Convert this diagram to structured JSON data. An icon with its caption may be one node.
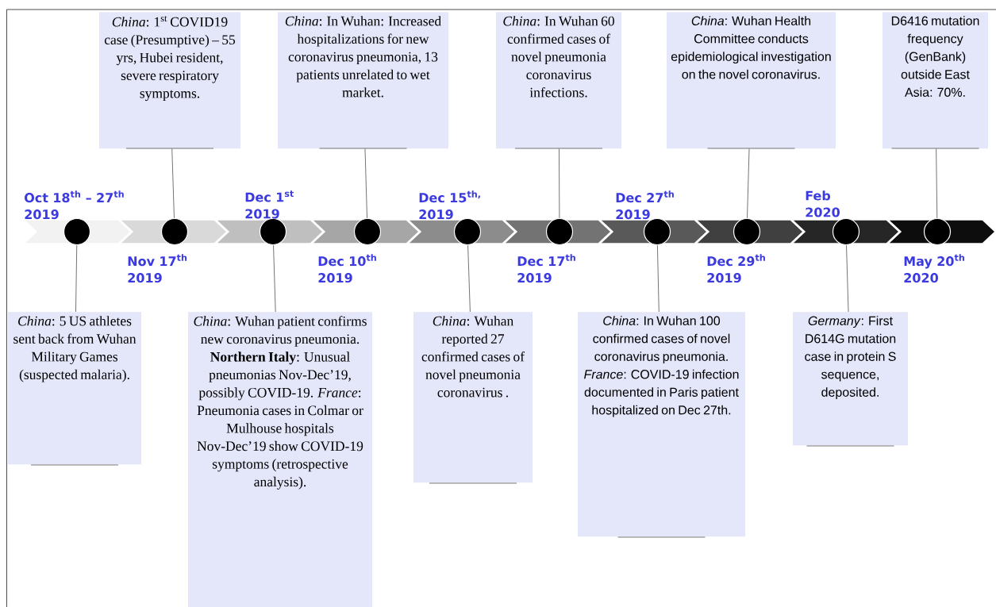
{
  "diagram": {
    "nodes": [
      {
        "text": [
          "*China*: 1$^{st}$ COVID19 case (Presumptive) – 55 yrs, Hubei resident, severe respiratory symptoms."
        ]
      },
      {
        "text": [
          "*China*: In Wuhan: Increased hospitalizations for new coronavirus pneumonia, 13 patients unrelated to wet market."
        ]
      },
      {
        "text": [
          "*China*: In Wuhan 60 confirmed cases of novel pneumonia coronavirus infections."
        ]
      },
      {
        "text": [
          "*China*: Wuhan Health Committee conducts epidemiological investigation on the novel coronavirus."
        ]
      },
      {
        "text": [
          "D6416 mutation frequency (GenBank) outside East Asia: 70%."
        ]
      },
      {
        "text": [],
        "shape": "circle",
        "beside": [
          "Oct 18$^{th}$ – 27$^{th}$ 2019"
        ]
      },
      {
        "text": [],
        "shape": "circle",
        "beside": [
          "Nov 17$^{th}$ 2019"
        ]
      },
      {
        "text": [],
        "shape": "circle",
        "beside": [
          "Dec 1$^{st}$ 2019"
        ]
      },
      {
        "text": [],
        "shape": "circle",
        "beside": [
          "Dec 10$^{th}$ 2019"
        ]
      },
      {
        "text": [],
        "shape": "circle",
        "beside": [
          "Dec 15$^{th,}$ 2019"
        ]
      },
      {
        "text": [],
        "shape": "circle",
        "beside": [
          "Dec 17$^{th}$ 2019"
        ]
      },
      {
        "text": [],
        "shape": "circle",
        "beside": [
          "Dec 27$^{th}$ 2019"
        ]
      },
      {
        "text": [],
        "shape": "circle",
        "beside": [
          "Dec 29$^{th}$ 2019"
        ]
      },
      {
        "text": [],
        "shape": "circle",
        "beside": [
          "Feb 2020"
        ]
      },
      {
        "text": [],
        "shape": "circle",
        "beside": [
          "May 20$^{th}$ 2020"
        ]
      },
      {
        "text": [
          "*China*: 5 US athletes sent back from Wuhan Military Games (suspected malaria)."
        ]
      },
      {
        "text": [
          "*China*: Wuhan patient confirms new coronavirus pneumonia. **Northern Italy**: Unusual pneumonias Nov-Dec’19, possibly COVID-19. *France*: Pneumonia cases in Colmar or Mulhouse hospitals Nov-Dec’19 show COVID-19 symptoms (retrospective analysis)."
        ]
      },
      {
        "text": [
          "*China*: Wuhan reported 27 confirmed cases of novel pneumonia coronavirus ."
        ]
      },
      {
        "text": [
          "*China*: In Wuhan 100 confirmed cases of novel coronavirus pneumonia. *France*: COVID-19 infection documented in Paris patient hospitalized on Dec 27th."
        ]
      },
      {
        "text": [
          "*Germany*: First D614G mutation case in protein S sequence, deposited."
        ]
      }
    ],
    "edges": [
      {
        "from": 5,
        "to": 15,
        "arrow": "none"
      },
      {
        "from": 6,
        "to": 0,
        "arrow": "none"
      },
      {
        "from": 7,
        "to": 16,
        "arrow": "none"
      },
      {
        "from": 8,
        "to": 1,
        "arrow": "none"
      },
      {
        "from": 9,
        "to": 17,
        "arrow": "none"
      },
      {
        "from": 10,
        "to": 2,
        "arrow": "none"
      },
      {
        "from": 11,
        "to": 18,
        "arrow": "none"
      },
      {
        "from": 12,
        "to": 3,
        "arrow": "none"
      },
      {
        "from": 13,
        "to": 19,
        "arrow": "none"
      },
      {
        "from": 14,
        "to": 4,
        "arrow": "none"
      }
    ]
  }
}
